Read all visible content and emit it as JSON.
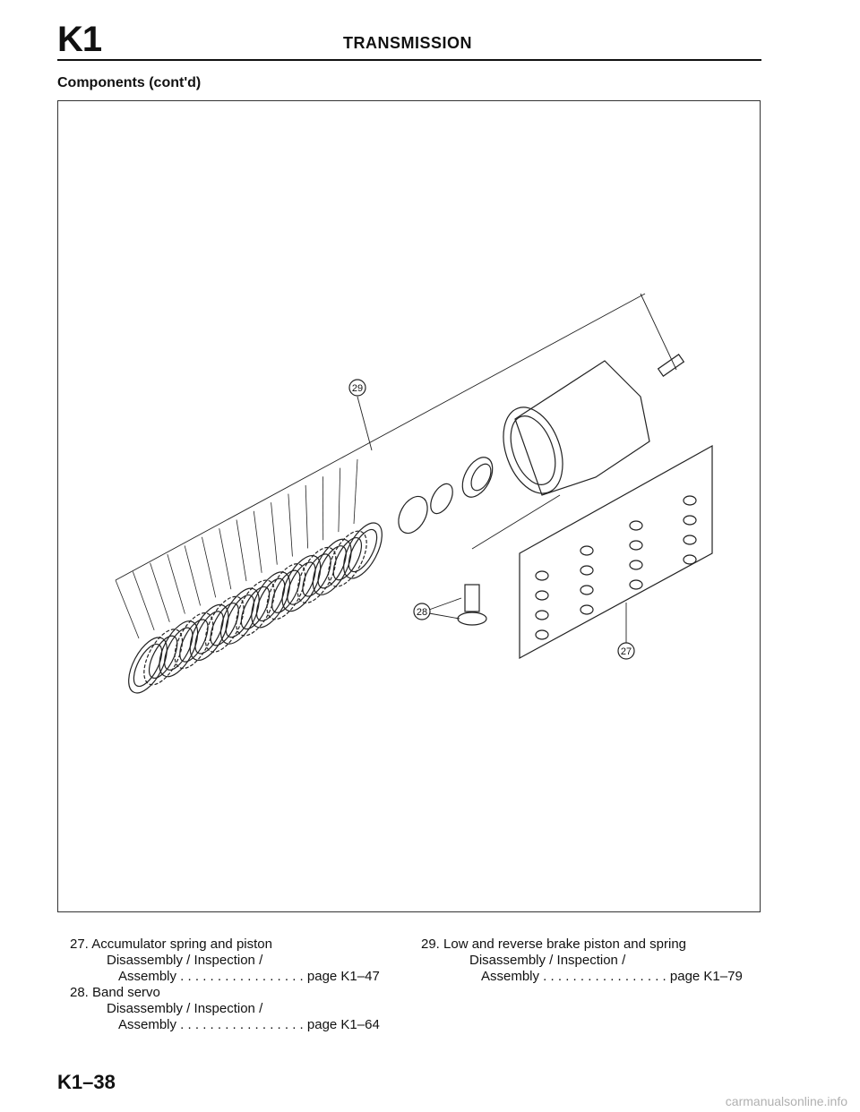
{
  "header": {
    "section_id": "K1",
    "title": "TRANSMISSION"
  },
  "subtitle": "Components (cont'd)",
  "figure": {
    "callouts": [
      "29",
      "28",
      "27"
    ]
  },
  "legend": {
    "col1": [
      {
        "line1": "27. Accumulator spring and piston",
        "line2": "Disassembly / Inspection /",
        "line3": "Assembly . . . . . . . . . . . . . . . . . page K1–47"
      },
      {
        "line1": "28. Band servo",
        "line2": "Disassembly / Inspection /",
        "line3": "Assembly . . . . . . . . . . . . . . . . . page K1–64"
      }
    ],
    "col2": [
      {
        "line1": "29. Low and reverse brake piston and spring",
        "line2": "Disassembly / Inspection /",
        "line3": "Assembly . . . . . . . . . . . . . . . . . page K1–79"
      }
    ]
  },
  "footer": {
    "page_number": "K1–38"
  },
  "watermark": "carmanualsonline.info"
}
